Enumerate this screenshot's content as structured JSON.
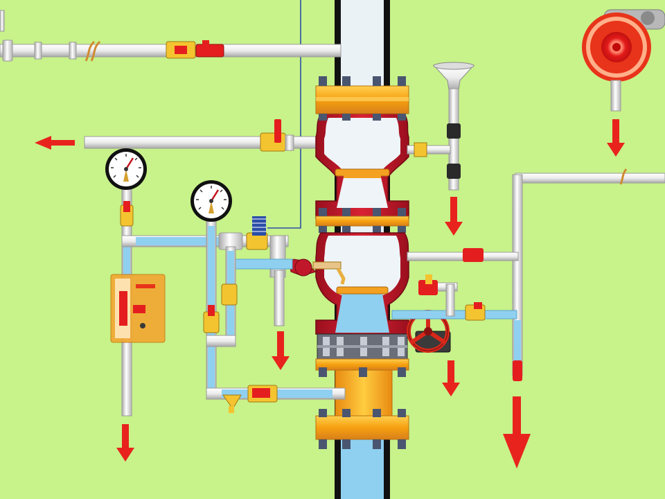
{
  "diagram": {
    "background": "#c8f28a",
    "colors": {
      "pipe_fill": "#f2f2f2",
      "pipe_stroke": "#9a9a9a",
      "water": "#8fd0f0",
      "water_stroke": "#5aa6cc",
      "flange": "#f6b020",
      "flange_stroke": "#c07a10",
      "valve_body": "#c0182a",
      "arrow": "#e8231d",
      "valve_red": "#e41e1e",
      "valve_yellow": "#f4c430",
      "riser_outline": "#111111",
      "signal_wire": "#2b4fa6",
      "indicator_panel": "#f2a630"
    },
    "components": [
      {
        "id": "main-riser",
        "kind": "pipe"
      },
      {
        "id": "upper-flange",
        "kind": "flange"
      },
      {
        "id": "alarm-check-valve",
        "kind": "valve-body"
      },
      {
        "id": "middle-flange",
        "kind": "flange"
      },
      {
        "id": "gate-valve",
        "kind": "valve"
      },
      {
        "id": "handwheel",
        "kind": "handwheel"
      },
      {
        "id": "lower-flange",
        "kind": "flange"
      },
      {
        "id": "pressure-gauge-left",
        "kind": "gauge"
      },
      {
        "id": "pressure-gauge-right",
        "kind": "gauge"
      },
      {
        "id": "water-motor-alarm",
        "kind": "alarm-bell"
      },
      {
        "id": "drain-funnel",
        "kind": "funnel"
      },
      {
        "id": "retard-chamber",
        "kind": "chamber"
      },
      {
        "id": "strainer",
        "kind": "strainer"
      },
      {
        "id": "pressure-switch",
        "kind": "switch"
      },
      {
        "id": "indicator-panel",
        "kind": "panel"
      }
    ],
    "flow_arrows": [
      {
        "id": "arrow-left-branch",
        "direction": "left"
      },
      {
        "id": "arrow-alarm-down",
        "direction": "down"
      },
      {
        "id": "arrow-drain-funnel",
        "direction": "down"
      },
      {
        "id": "arrow-left-drain",
        "direction": "down"
      },
      {
        "id": "arrow-mid-drain",
        "direction": "down"
      },
      {
        "id": "arrow-gate-drain",
        "direction": "down"
      },
      {
        "id": "arrow-right-drain-big",
        "direction": "down"
      }
    ]
  }
}
